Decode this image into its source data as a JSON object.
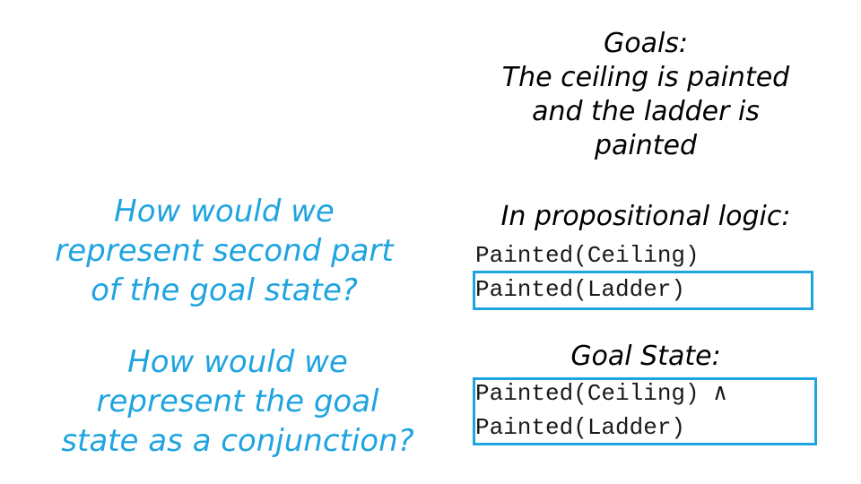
{
  "goals": {
    "heading": "Goals:",
    "line1": "The ceiling is painted",
    "line2": "and the ladder is",
    "line3": "painted"
  },
  "logic": {
    "heading": "In propositional logic:",
    "statement1": "Painted(Ceiling)",
    "statement2": "Painted(Ladder)"
  },
  "goal_state": {
    "heading": "Goal State:",
    "line1": "Painted(Ceiling) ∧",
    "line2": "Painted(Ladder)"
  },
  "questions": {
    "q1": {
      "line1": "How would we",
      "line2": "represent second part",
      "line3": "of the goal state?"
    },
    "q2": {
      "line1": "How would we",
      "line2": "represent the goal",
      "line3": "state as a conjunction?"
    }
  },
  "colors": {
    "accent": "#1fa4e0",
    "text": "#000000"
  }
}
